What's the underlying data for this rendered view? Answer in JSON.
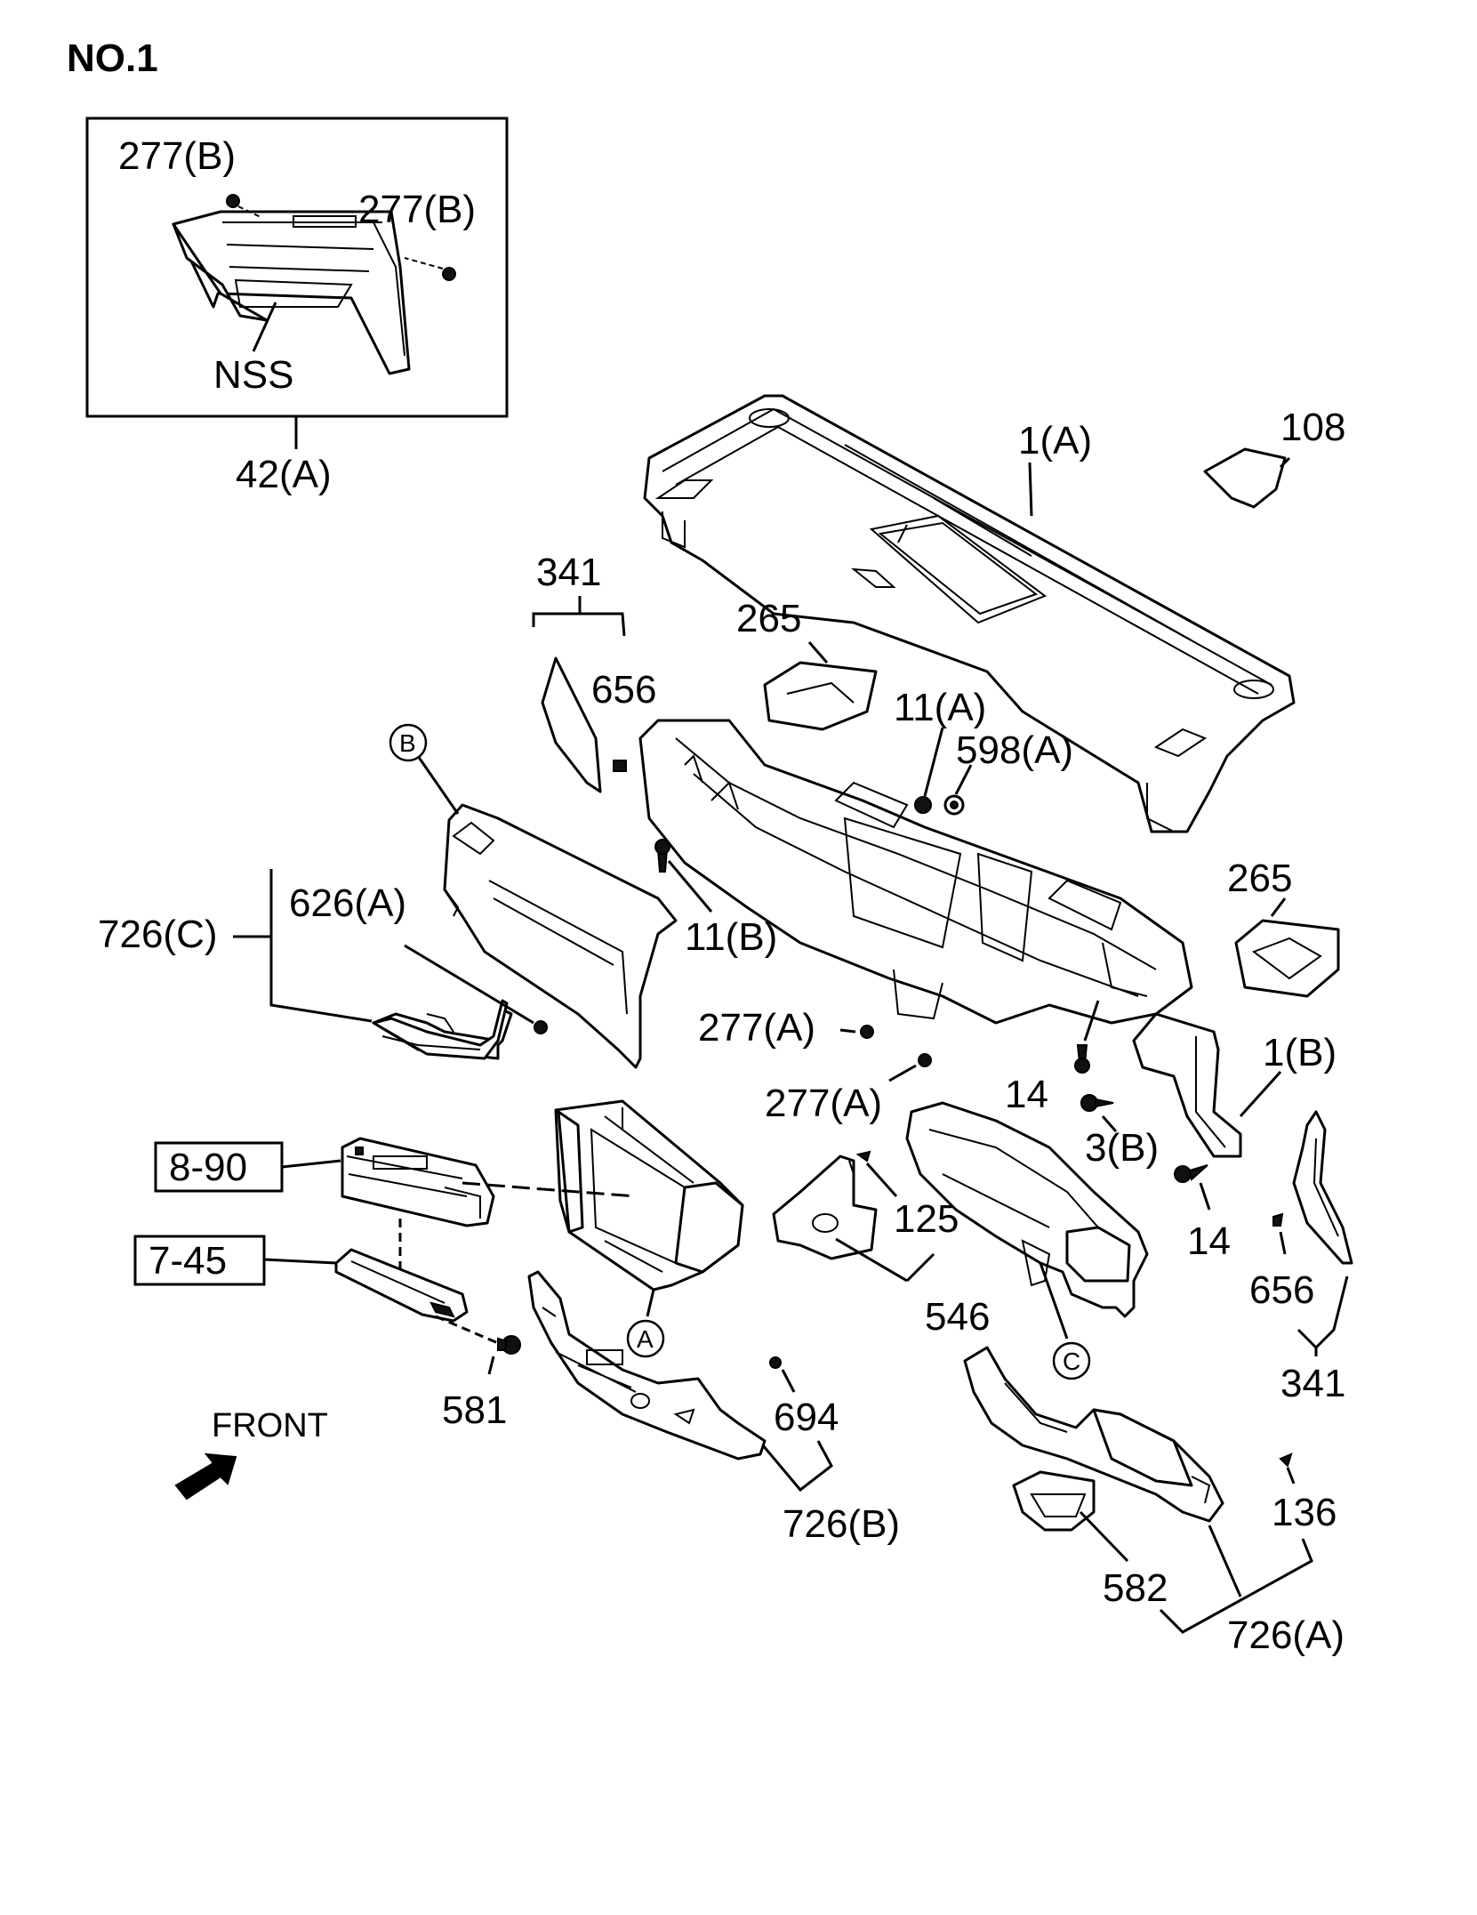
{
  "diagram": {
    "title": "NO.1",
    "front_label": "FRONT",
    "inset_callouts": {
      "screw_left": "277(B)",
      "screw_right": "277(B)",
      "nss": "NSS",
      "assembly": "42(A)"
    },
    "callouts": {
      "c_1A": "1(A)",
      "c_108": "108",
      "c_341_top": "341",
      "c_656_top": "656",
      "c_265_top": "265",
      "c_11A": "11(A)",
      "c_598A": "598(A)",
      "c_626A": "626(A)",
      "c_726C": "726(C)",
      "c_11B": "11(B)",
      "c_265_right": "265",
      "c_277A_1": "277(A)",
      "c_277A_2": "277(A)",
      "c_1B": "1(B)",
      "c_14_a": "14",
      "c_3B": "3(B)",
      "c_14_b": "14",
      "c_125": "125",
      "c_546": "546",
      "c_656_bottom": "656",
      "c_341_bottom": "341",
      "c_581": "581",
      "c_694": "694",
      "c_726B": "726(B)",
      "c_136": "136",
      "c_582": "582",
      "c_726A": "726(A)"
    },
    "reference_boxes": {
      "ref_8_90": "8-90",
      "ref_7_45": "7-45"
    },
    "circle_markers": {
      "marker_A": "A",
      "marker_B": "B",
      "marker_C": "C"
    }
  }
}
